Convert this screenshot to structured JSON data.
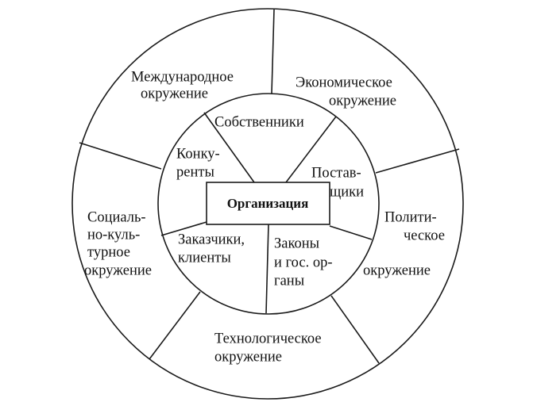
{
  "center": {
    "label": "Организация"
  },
  "inner": {
    "owners": [
      "Собственники"
    ],
    "competitors": [
      "Конку-",
      "ренты"
    ],
    "suppliers": [
      "Постав-",
      "щики"
    ],
    "customers": [
      "Заказчики,",
      "клиенты"
    ],
    "laws": [
      "Законы",
      "и гос. ор-",
      "ганы"
    ]
  },
  "outer": {
    "international": [
      "Международное",
      "окружение"
    ],
    "economic": [
      "Экономическое",
      "окружение"
    ],
    "political": [
      "Полити-",
      "ческое",
      "окружение"
    ],
    "technological": [
      "Технологическое",
      "окружение"
    ],
    "sociocultural": [
      "Социаль-",
      "но-куль-",
      "турное",
      "окружение"
    ]
  }
}
